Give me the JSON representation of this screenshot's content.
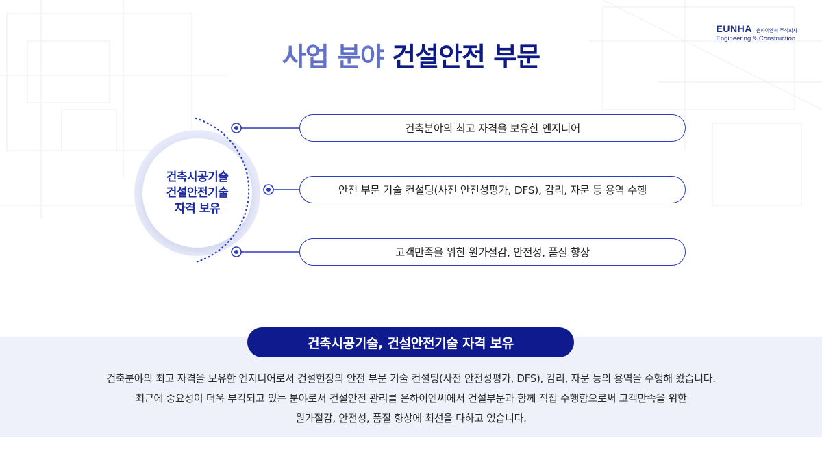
{
  "logo": {
    "mark": "EUNHA",
    "korean": "은하이엔씨 주식회사",
    "sub": "Engineering & Construction"
  },
  "title": {
    "part1": "사업 분야",
    "part2": "건설안전 부문"
  },
  "circle": {
    "lines": [
      "건축시공기술",
      "건설안전기술",
      "자격 보유"
    ]
  },
  "items": [
    "건축분야의 최고 자격을 보유한 엔지니어",
    "안전 부문 기술 컨설팅(사전 안전성평가, DFS), 감리, 자문 등 용역 수행",
    "고객만족을 위한 원가절감, 안전성, 품질 향상"
  ],
  "badge": "건축시공기술, 건설안전기술 자격 보유",
  "description": [
    "건축분야의 최고 자격을 보유한 엔지니어로서 건설현장의 안전 부문 기술 컨설팅(사전 안전성평가, DFS), 감리, 자문 등의 용역을 수행해 왔습니다.",
    "최근에 중요성이 더욱 부각되고 있는 분야로서 건설안전 관리를 은하이엔씨에서 건설부문과 함께 직접 수행함으로써 고객만족을 위한",
    "원가절감, 안전성, 품질 향상에 최선을 다하고 있습니다."
  ],
  "colors": {
    "navy": "#0f1a8f",
    "accent": "#2b3cb8",
    "title_light": "#6170c9",
    "band": "#eef0fa"
  }
}
